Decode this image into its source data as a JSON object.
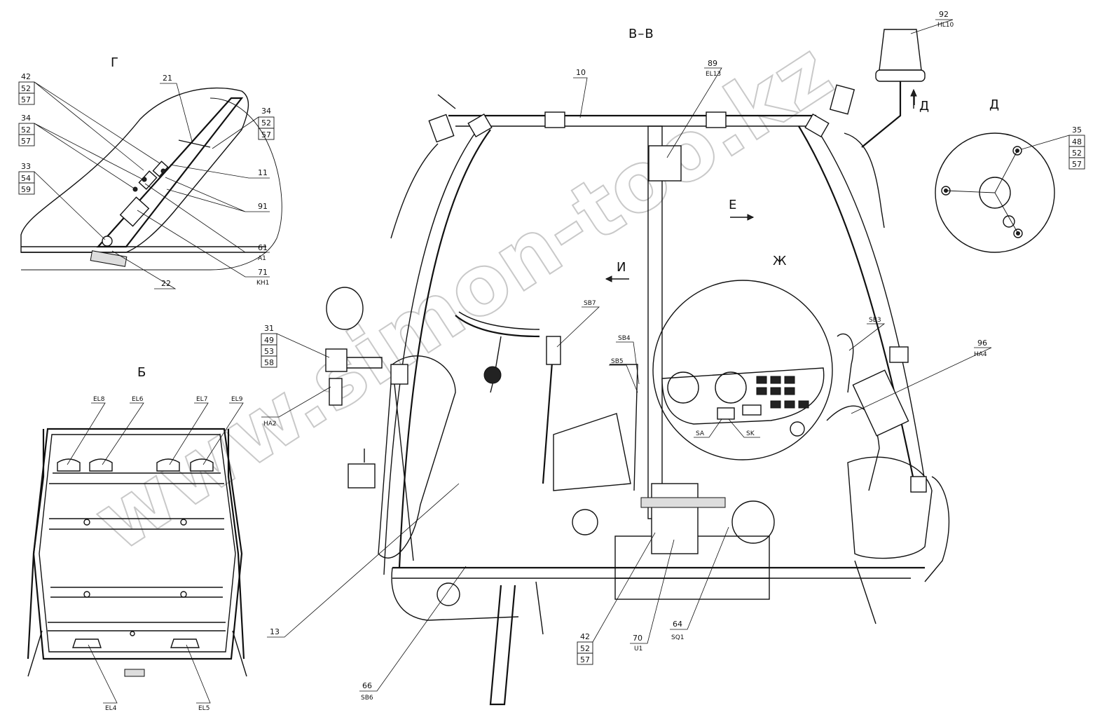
{
  "views": {
    "view_g": "Г",
    "view_b": "Б",
    "view_vv": "В–В",
    "view_d_arrow": "Д",
    "view_d": "Д",
    "view_e": "Е",
    "view_i": "И",
    "view_zh": "Ж"
  },
  "watermark": "www.simon-too.kz",
  "callouts": {
    "c42_52_57_left": [
      "42",
      "52",
      "57"
    ],
    "c34_52_57_left": [
      "34",
      "52",
      "57"
    ],
    "c33_54_59": [
      "33",
      "54",
      "59"
    ],
    "c21": "21",
    "c34_52_57_right": [
      "34",
      "52",
      "57"
    ],
    "c11": "11",
    "c91": "91",
    "c61": {
      "num": "61",
      "code": "A1"
    },
    "c71": {
      "num": "71",
      "code": "KH1"
    },
    "c22": "22",
    "c31_49_53_58": [
      "31",
      "49",
      "53",
      "58"
    ],
    "cHA2": "HA2",
    "cEL8": "EL8",
    "cEL6": "EL6",
    "cEL7": "EL7",
    "cEL9": "EL9",
    "cEL4": "EL4",
    "cEL5": "EL5",
    "c10": "10",
    "c89": {
      "num": "89",
      "code": "EL13"
    },
    "c92": {
      "num": "92",
      "code": "HL10"
    },
    "c35_48_52_57": [
      "35",
      "48",
      "52",
      "57"
    ],
    "cSB7": "SB7",
    "cSB4": "SB4",
    "cSB5": "SB5",
    "cSB3": "SB3",
    "c96": {
      "num": "96",
      "code": "HA4"
    },
    "cSA": "SA",
    "cSK": "SK",
    "c13": "13",
    "c66": {
      "num": "66",
      "code": "SB6"
    },
    "c42_52_57_bottom": [
      "42",
      "52",
      "57"
    ],
    "c70": {
      "num": "70",
      "code": "U1"
    },
    "c64": {
      "num": "64",
      "code": "SQ1"
    }
  }
}
